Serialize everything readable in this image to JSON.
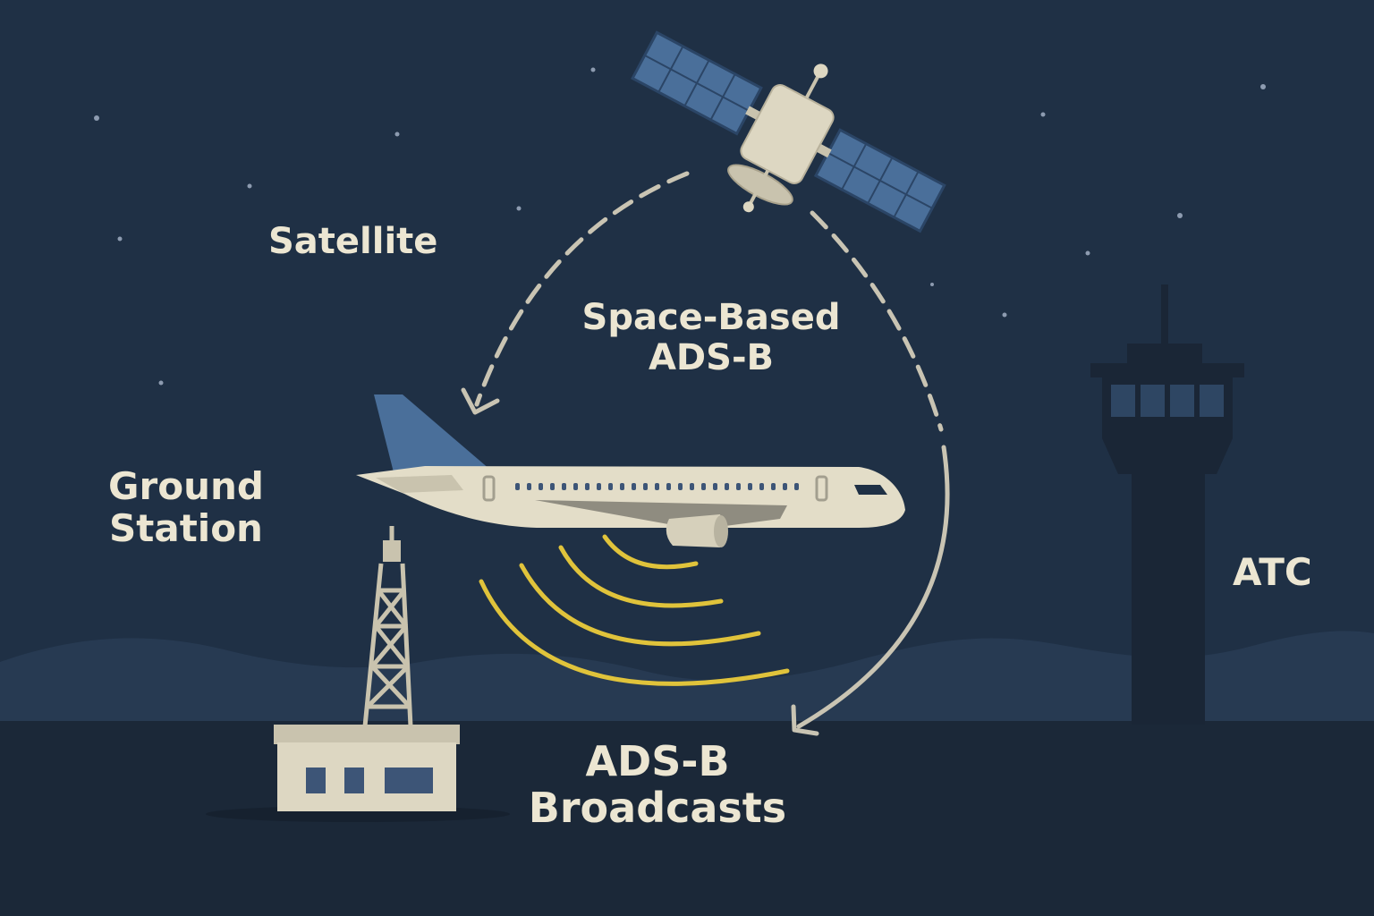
{
  "labels": {
    "satellite": "Satellite",
    "space_based": [
      "Space-Based",
      "ADS-B"
    ],
    "ground_station": [
      "Ground",
      "Station"
    ],
    "atc": "ATC",
    "broadcasts": [
      "ADS-B",
      "Broadcasts"
    ]
  },
  "colors": {
    "sky": "#1f3045",
    "ground": "#1b2838",
    "hills": "#273a52",
    "cream": "#d9d3bf",
    "panel_blue": "#4a6f9a",
    "signal_yellow": "#e0c33b",
    "tower": "#1a2636",
    "dash_line": "#c9c4b3"
  },
  "icons": [
    "satellite-icon",
    "airplane-icon",
    "radio-tower-icon",
    "ground-station-building-icon",
    "control-tower-icon",
    "signal-waves-icon",
    "star-icon"
  ]
}
